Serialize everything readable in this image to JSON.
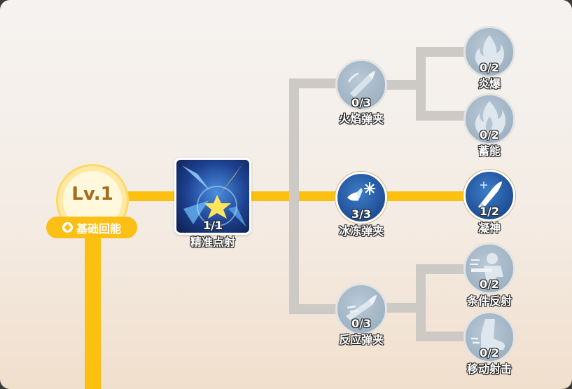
{
  "level": {
    "label": "Lv.1",
    "tag": "基础回能"
  },
  "main_skill": {
    "count": "1/1",
    "name": "精准点射",
    "unlocked": true
  },
  "branches": {
    "fire_clip": {
      "count": "0/3",
      "name": "火焰弹夹",
      "unlocked": false,
      "icon": "bullet-fire-icon"
    },
    "flame_burst": {
      "count": "0/2",
      "name": "炎爆",
      "unlocked": false,
      "icon": "flame-icon"
    },
    "charge": {
      "count": "0/2",
      "name": "蓄能",
      "unlocked": false,
      "icon": "flame-charge-icon"
    },
    "ice_clip": {
      "count": "3/3",
      "name": "冰冻弹夹",
      "unlocked": true,
      "icon": "ice-bullet-icon"
    },
    "focus": {
      "count": "1/2",
      "name": "凝神",
      "unlocked": true,
      "icon": "frost-bullet-icon"
    },
    "react_clip": {
      "count": "0/3",
      "name": "反应弹夹",
      "unlocked": false,
      "icon": "arrow-bullet-icon"
    },
    "reflex_shot": {
      "count": "0/2",
      "name": "条件反射",
      "unlocked": false,
      "icon": "gunner-icon"
    },
    "moving_shot": {
      "count": "0/2",
      "name": "移动射击",
      "unlocked": false,
      "icon": "boot-icon"
    }
  },
  "colors": {
    "active_path": "#fcc010",
    "inactive_path": "#cdc9c5",
    "badge": "#fcbf15"
  }
}
